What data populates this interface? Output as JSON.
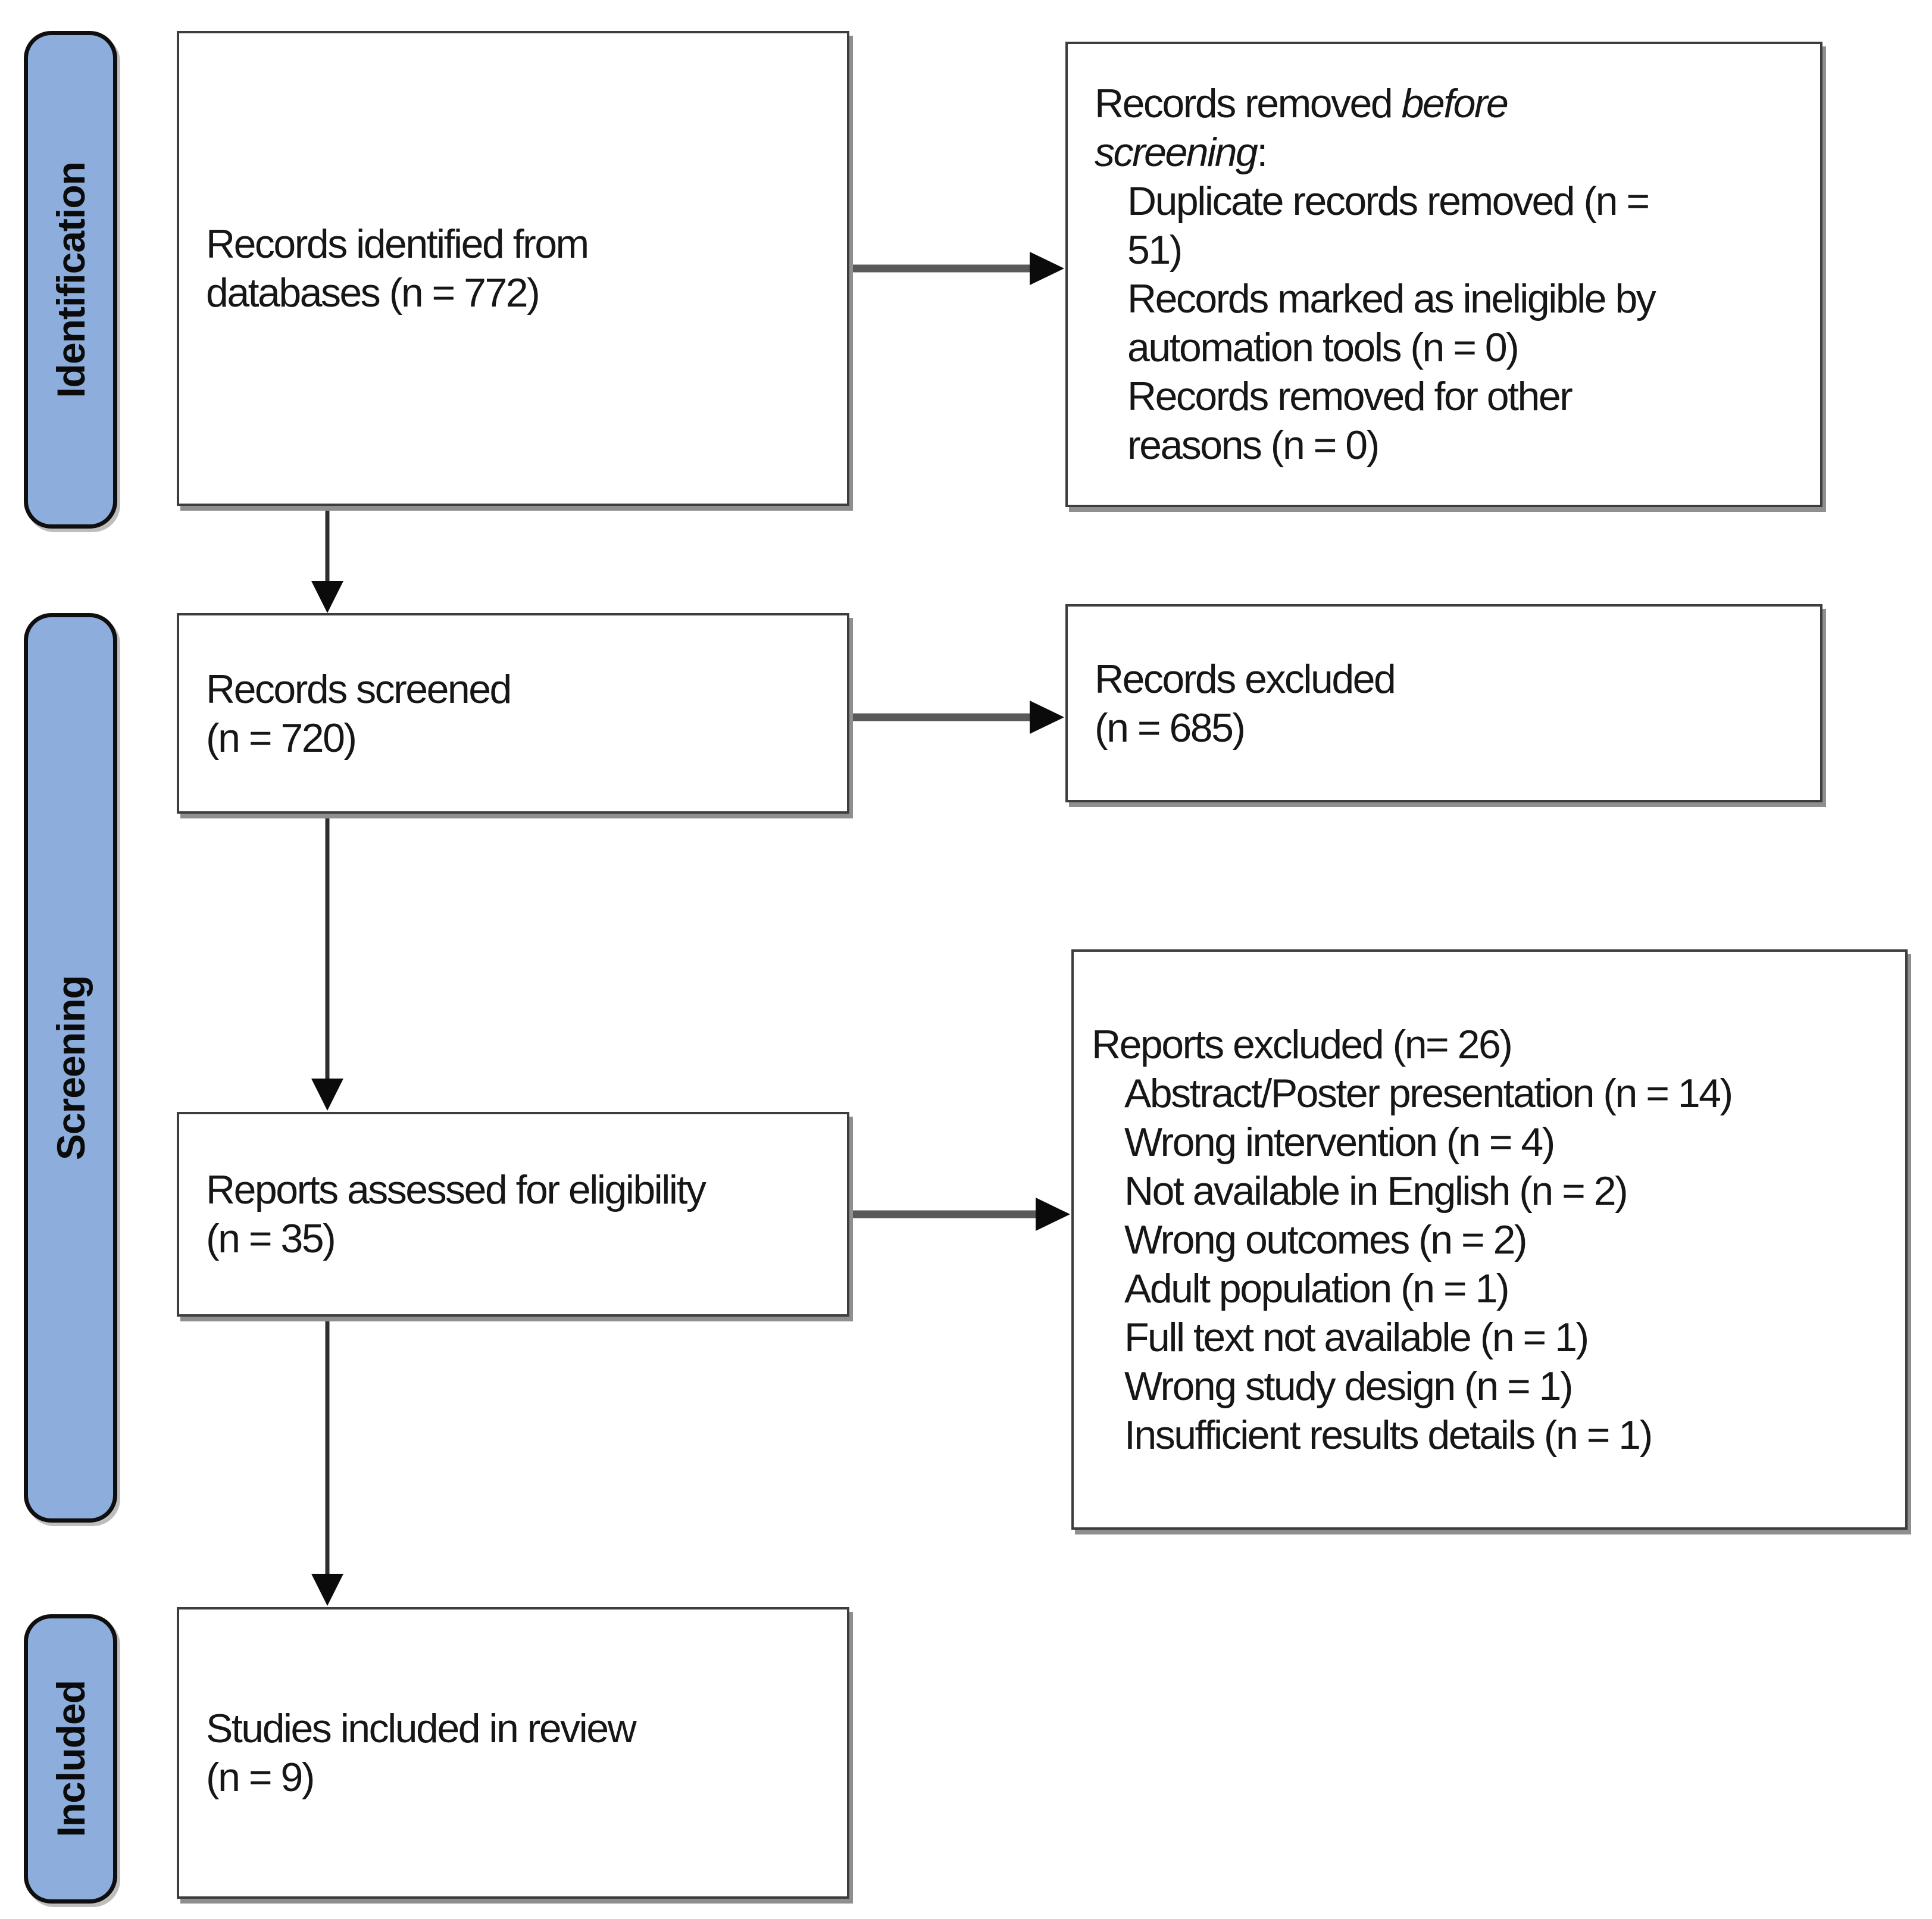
{
  "figure": {
    "type": "prisma-flow-diagram",
    "accent_color": "#8DAEDC",
    "stages": {
      "identification": "Identification",
      "screening": "Screening",
      "included": "Included"
    },
    "boxes": {
      "identified": {
        "lines": [
          "Records identified from",
          "databases (n = 772)"
        ],
        "n": 772
      },
      "removed_before": {
        "title_prefix": "Records removed ",
        "title_italic": "before screening",
        "title_suffix": ":",
        "items": [
          "Duplicate records removed (n = 51)",
          "Records marked as ineligible by automation tools (n = 0)",
          "Records removed for other reasons (n = 0)"
        ]
      },
      "screened": {
        "lines": [
          "Records screened",
          "(n = 720)"
        ],
        "n": 720
      },
      "records_excluded": {
        "lines": [
          "Records excluded",
          "(n = 685)"
        ],
        "n": 685
      },
      "assessed": {
        "lines": [
          "Reports assessed for eligibility",
          "(n = 35)"
        ],
        "n": 35
      },
      "reports_excluded": {
        "title": "Reports excluded (n= 26)",
        "items": [
          "Abstract/Poster presentation (n = 14)",
          "Wrong intervention (n = 4)",
          "Not available in English (n = 2)",
          "Wrong outcomes (n = 2)",
          "Adult population (n = 1)",
          "Full text not available (n = 1)",
          "Wrong study design (n = 1)",
          "Insufficient results details (n = 1)"
        ]
      },
      "included_studies": {
        "lines": [
          "Studies included in review",
          "(n = 9)"
        ],
        "n": 9
      }
    }
  }
}
